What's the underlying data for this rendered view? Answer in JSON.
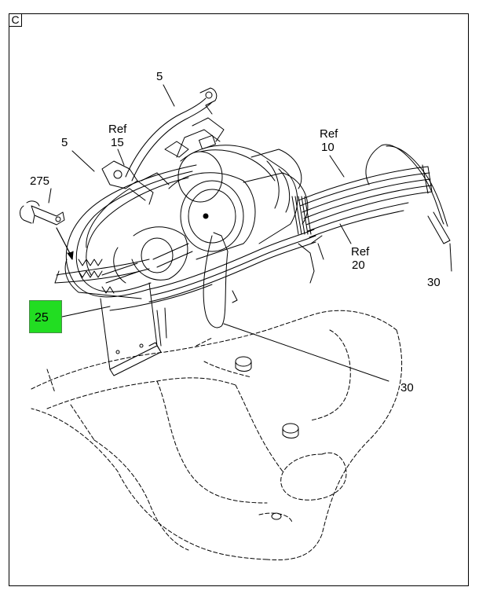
{
  "view_label": "C",
  "callouts": {
    "c5_top": "5",
    "c5_left": "5",
    "ref15_a": "Ref",
    "ref15_b": "15",
    "c275": "275",
    "ref10_a": "Ref",
    "ref10_b": "10",
    "ref20_a": "Ref",
    "ref20_b": "20",
    "c30_right": "30",
    "c30_bottom": "30",
    "c25": "25"
  },
  "colors": {
    "highlight": "#22dd22",
    "line": "#000000"
  }
}
